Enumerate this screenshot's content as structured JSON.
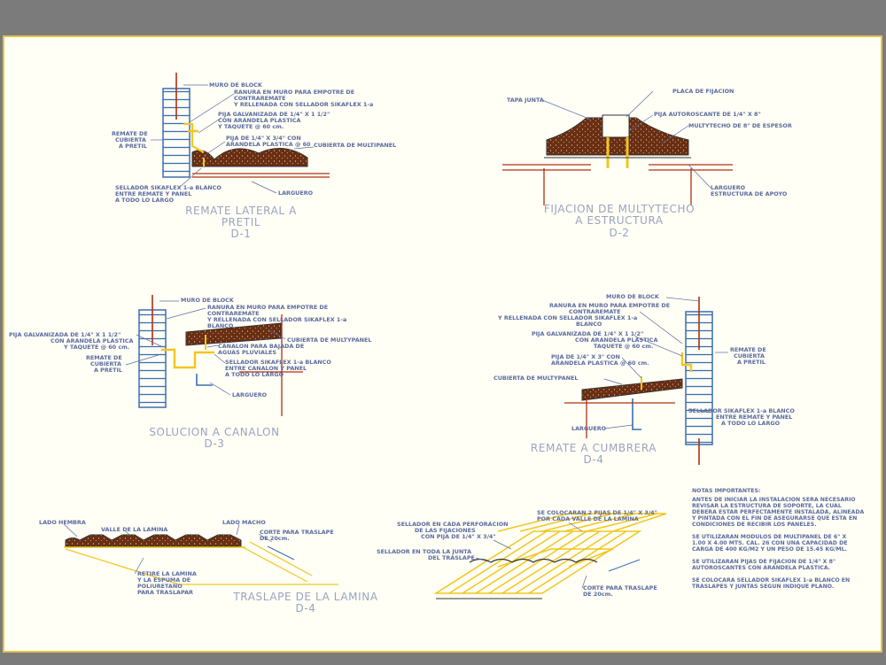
{
  "details": {
    "d1": {
      "title": [
        "REMATE LATERAL A",
        "PRETIL",
        "D-1"
      ],
      "labels": [
        "MURO DE BLOCK",
        "RANURA EN MURO PARA EMPOTRE DE",
        "CONTRAREMATE",
        "Y RELLENADA CON SELLADOR SIKAFLEX 1-a",
        "PIJA GALVANIZADA DE 1/4\" X 1  1/2\"",
        "CON ARANDELA PLASTICA",
        "Y TAQUETE @ 60 cm.",
        "REMATE DE",
        "CUBIERTA",
        "A PRETIL",
        "PIJA DE 1/4\" X 3/4\" CON",
        "ARANDELA PLASTICA @ 60",
        "CUBIERTA DE MULTIPANEL",
        "SELLADOR SIKAFLEX 1-a BLANCO",
        "ENTRE REMATE Y PANEL",
        "A TODO LO LARGO",
        "LARGUERO"
      ]
    },
    "d2": {
      "title": [
        "FIJACION DE MULTYTECHO",
        "A ESTRUCTURA",
        "D-2"
      ],
      "labels": [
        "TAPA JUNTA",
        "PLACA DE FIJACION",
        "PIJA AUTOROSCANTE DE 1/4\" X 8\"",
        "MULTYTECHO DE 8\" DE ESPESOR",
        "LARGUERO",
        "ESTRUCTURA DE APOYO"
      ]
    },
    "d3": {
      "title": [
        "SOLUCION A CANALON",
        "D-3"
      ],
      "labels": [
        "MURO DE BLOCK",
        "RANURA EN MURO PARA EMPOTRE DE",
        "CONTRAREMATE",
        "Y RELLENADA CON SELLADOR SIKAFLEX 1-a",
        "BLANCO",
        "PIJA GALVANIZADA DE 1/4\" X 1  1/2\"",
        "CON ARANDELA PLASTICA",
        "Y TAQUETE @ 60 cm.",
        "REMATE DE",
        "CUBIERTA",
        "A PRETIL",
        "CANALON PARA BAJADA DE",
        "AGUAS PLUVIALES",
        "SELLADOR SIKAFLEX 1-a BLANCO",
        "ENTRE CANALON Y PANEL",
        "A TODO LO LARGO",
        "CUBIERTA DE MULTYPANEL",
        "LARGUERO"
      ]
    },
    "d4a": {
      "title": [
        "REMATE A CUMBRERA",
        "D-4"
      ],
      "labels": [
        "MURO DE BLOCK",
        "RANURA EN MURO PARA EMPOTRE DE",
        "CONTRAREMATE",
        "Y RELLENADA CON SELLADOR SIKAFLEX 1-a",
        "BLANCO",
        "PIJA GALVANIZADA DE 1/4\" X 1  1/2\"",
        "CON ARANDELA PLASTICA",
        "TAQUETE @ 60 cm.",
        "PIJA DE 1/4\" X 3\" CON",
        "ARANDELA PLASTICA @ 60 cm.",
        "CUBIERTA DE MULTYPANEL",
        "REMATE DE",
        "CUBIERTA",
        "A PRETIL",
        "SELLADOR SIKAFLEX 1-a BLANCO",
        "ENTRE REMATE Y PANEL",
        "A TODO LO LARGO",
        "LARGUERO"
      ]
    },
    "d4b": {
      "title": [
        "TRASLAPE DE LA LAMINA",
        "D-4"
      ],
      "labels": [
        "LADO HEMBRA",
        "VALLE DE LA LAMINA",
        "LADO MACHO",
        "CORTE PARA TRASLAPE",
        "DE 20cm.",
        "RETIRE LA LAMINA",
        "Y LA ESPUMA DE",
        "POLIURETANO",
        "PARA TRASLAPAR"
      ]
    },
    "d5": {
      "labels": [
        "SELLADOR EN CADA PERFORACION",
        "DE LAS FIJACIONES",
        "CON PIJA DE 1/4\" X 3/4\"",
        "SE COLOCARAN 2 PIJAS DE 1/4\" X 3/4\"",
        "POR CADA VALLE DE LA LAMINA",
        "SELLADOR EN TODA LA JUNTA",
        "DEL TRASLAPE",
        "CORTE PARA TRASLAPE",
        "DE 20cm."
      ]
    }
  },
  "notes": {
    "heading": "NOTAS IMPORTANTES:",
    "lines": [
      "ANTES DE INICIAR LA INSTALACION SERA NECESARIO",
      "REVISAR LA ESTRUCTURA DE SOPORTE, LA CUAL",
      "DEBERA ESTAR PERFECTAMENTE INSTALADA, ALINEADA",
      "Y PINTADA CON EL FIN DE ASEGURARSE QUE ESTA EN",
      "CONDICIONES DE RECIBIR LOS PANELES.",
      "SE UTILIZARAN MODULOS DE MULTIPANEL DE 6\" X",
      "1.00 X 4.00 MTS. CAL. 26 CON UNA CAPACIDAD DE",
      "CARGA DE 400 KG/M2 Y UN PESO DE 15.45 KG/ML.",
      "SE UTILIZARAN PIJAS DE FIJACION DE 1/4\" X 8\"",
      "AUTOROSCANTES CON ARANDELA PLASTICA.",
      "SE COLOCARA SELLADOR SIKAFLEX 1-a BLANCO EN",
      "TRASLAPES Y JUNTAS SEGUN INDIQUE PLANO."
    ]
  },
  "colors": {
    "background": "#7b7b7b",
    "sheet": "#fffff6",
    "border": "#e4c24a",
    "label": "#5b6a9e",
    "title": "#9aa3bf",
    "panel": "#6a2e12",
    "wall": "#3a6db0",
    "steel": "#b03010",
    "screw": "#f2c61e"
  }
}
